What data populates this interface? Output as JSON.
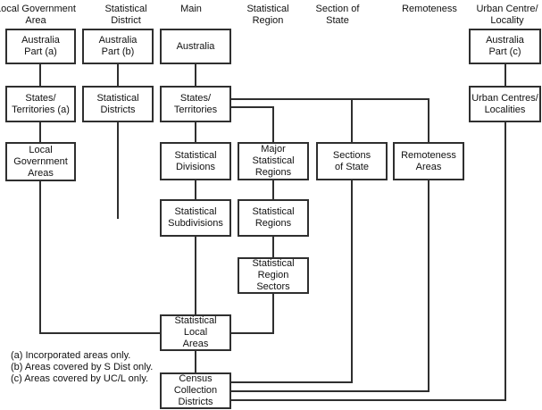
{
  "diagram": {
    "column_headers": [
      "Local Government\nArea",
      "Statistical\nDistrict",
      "Main",
      "Statistical\nRegion",
      "Section of\nState",
      "Remoteness",
      "Urban Centre/\nLocality"
    ],
    "boxes": {
      "australia_part_a": "Australia\nPart (a)",
      "australia_part_b": "Australia\nPart (b)",
      "australia": "Australia",
      "australia_part_c": "Australia\nPart (c)",
      "states_territories_a": "States/\nTerritories (a)",
      "statistical_districts": "Statistical\nDistricts",
      "states_territories": "States/\nTerritories",
      "urban_centres_localities": "Urban Centres/\nLocalities",
      "local_government_areas": "Local\nGovernment\nAreas",
      "statistical_divisions": "Statistical\nDivisions",
      "major_statistical_regions": "Major\nStatistical\nRegions",
      "sections_of_state": "Sections\nof State",
      "remoteness_areas": "Remoteness\nAreas",
      "statistical_subdivisions": "Statistical\nSubdivisions",
      "statistical_regions": "Statistical\nRegions",
      "statistical_region_sectors": "Statistical\nRegion\nSectors",
      "statistical_local_areas": "Statistical\nLocal\nAreas",
      "census_collection_districts": "Census\nCollection\nDistricts"
    },
    "footnotes": [
      "(a) Incorporated areas only.",
      "(b) Areas covered by S Dist only.",
      "(c) Areas covered by UC/L only."
    ],
    "colors": {
      "line": "#2f2f2f",
      "background": "#ffffff",
      "text": "#111111"
    }
  }
}
